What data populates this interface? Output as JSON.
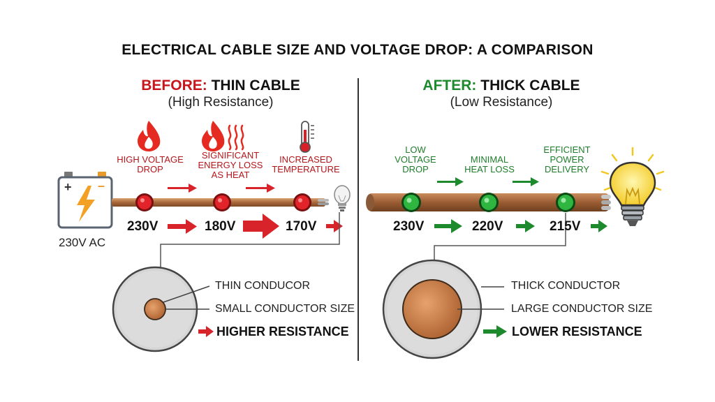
{
  "title": "ELECTRICAL CABLE SIZE AND VOLTAGE DROP: A COMPARISON",
  "before": {
    "heading_prefix": "BEFORE:",
    "heading_rest": " THIN CABLE",
    "subheading": "(High Resistance)",
    "notes": [
      "HIGH VOLTAGE DROP",
      "SIGNIFICANT ENERGY LOSS AS HEAT",
      "INCREASED TEMPERATURE"
    ],
    "voltages": [
      "230V",
      "180V",
      "170V"
    ],
    "source_label": "230V AC",
    "cross_section": {
      "conductor_label": "THIN CONDUCOR",
      "size_label": "SMALL CONDUCTOR SIZE",
      "resistance_label": "HIGHER RESISTANCE"
    }
  },
  "after": {
    "heading_prefix": "AFTER:",
    "heading_rest": " THICK CABLE",
    "subheading": "(Low Resistance)",
    "notes": [
      "LOW VOLTAGE DROP",
      "MINIMAL HEAT LOSS",
      "EFFICIENT POWER DELIVERY"
    ],
    "voltages": [
      "230V",
      "220V",
      "215V"
    ],
    "cross_section": {
      "conductor_label": "THICK CONDUCTOR",
      "size_label": "LARGE CONDUCTOR SIZE",
      "resistance_label": "LOWER RESISTANCE"
    }
  },
  "colors": {
    "before_accent": "#c8161d",
    "after_accent": "#1e8a2e",
    "copper": "#b8713e",
    "insulation": "#dcdcdc"
  },
  "icons": [
    "battery-icon",
    "lightning-icon",
    "flame-icon",
    "heat-waves-icon",
    "thermometer-icon",
    "light-bulb-icon",
    "arrow-right-icon"
  ]
}
